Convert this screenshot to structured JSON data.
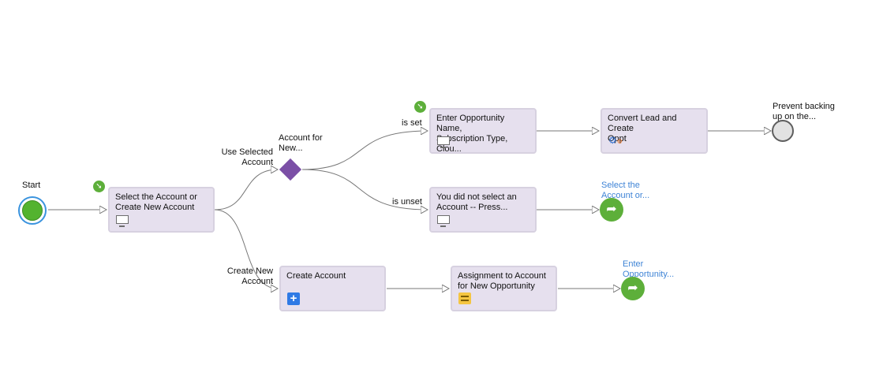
{
  "start": {
    "label": "Start"
  },
  "nodes": {
    "select_account": {
      "label": "Select the Account or\nCreate New Account",
      "icon": "screen-icon"
    },
    "enter_opp": {
      "label": "Enter Opportunity Name,\nSubscription Type, Clou...",
      "icon": "screen-icon"
    },
    "convert_lead": {
      "label": "Convert Lead and Create\nOppt",
      "icon": "gears-icon"
    },
    "not_selected": {
      "label": "You did not select an\nAccount -- Press...",
      "icon": "screen-icon"
    },
    "create_account": {
      "label": "Create Account",
      "icon": "plus-icon"
    },
    "assignment": {
      "label": "Assignment to Account\nfor New Opportunity",
      "icon": "assignment-icon"
    }
  },
  "decision": {
    "label": "Account for\nNew..."
  },
  "edge_labels": {
    "use_selected": "Use Selected\nAccount",
    "create_new": "Create New\nAccount",
    "is_set": "is set",
    "is_unset": "is unset"
  },
  "jumps": {
    "select_again": "Select the\nAccount or...",
    "enter_again": "Enter\nOpportunity..."
  },
  "end": {
    "label": "Prevent backing\nup on the..."
  },
  "colors": {
    "node_fill": "#e6e0ee",
    "node_border": "#d7d1e0",
    "decision": "#7b4fa6",
    "start_green": "#53b32f",
    "start_ring": "#3a93de",
    "jump_green": "#5daf3a",
    "link_blue": "#3f84d6",
    "edge": "#777777"
  }
}
